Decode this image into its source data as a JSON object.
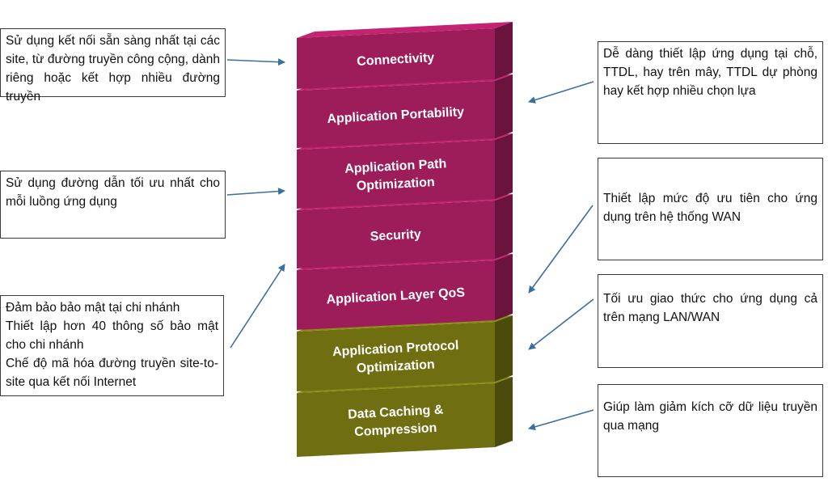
{
  "stack": {
    "layers": [
      {
        "id": "connectivity",
        "lines": [
          "Connectivity"
        ],
        "color": "#9c1d5a"
      },
      {
        "id": "application-portability",
        "lines": [
          "Application Portability"
        ],
        "color": "#9c1d5a"
      },
      {
        "id": "application-path-optimization",
        "lines": [
          "Application Path",
          "Optimization"
        ],
        "color": "#9c1d5a"
      },
      {
        "id": "security",
        "lines": [
          "Security"
        ],
        "color": "#9c1d5a"
      },
      {
        "id": "application-layer-qos",
        "lines": [
          "Application Layer QoS"
        ],
        "color": "#9c1d5a"
      },
      {
        "id": "application-protocol-optimization",
        "lines": [
          "Application Protocol",
          "Optimization"
        ],
        "color": "#6f6f12"
      },
      {
        "id": "data-caching-compression",
        "lines": [
          "Data Caching &",
          "Compression"
        ],
        "color": "#6f6f12"
      }
    ]
  },
  "notes": {
    "left": [
      {
        "id": "connectivity-note",
        "text": "Sử dụng kết nối sẵn sàng nhất tại các site, từ đường truyền công cộng, dành riêng hoặc kết hợp nhiều đường truyền"
      },
      {
        "id": "path-note",
        "text": "Sử dụng đường dẫn tối ưu nhất cho mỗi luồng ứng dụng"
      },
      {
        "id": "security-note",
        "lines": [
          "Đảm bảo bảo mật tại chi nhánh",
          "Thiết lập hơn 40 thông số bảo mật cho chi nhánh",
          "Chế độ mã hóa đường truyền site-to-site qua kết nối Internet"
        ]
      }
    ],
    "right": [
      {
        "id": "portability-note",
        "text": "Dễ dàng thiết lập ứng dụng tại chỗ, TTDL, hay trên mây, TTDL dự phòng hay kết hợp nhiều chọn lựa"
      },
      {
        "id": "qos-note",
        "text": "Thiết lập mức độ ưu tiên cho ứng dụng trên hệ thống WAN"
      },
      {
        "id": "protocol-note",
        "text": "Tối ưu giao thức cho ứng dụng cả trên mạng LAN/WAN"
      },
      {
        "id": "caching-note",
        "text": "Giúp làm giảm kích cỡ dữ liệu truyền qua mạng"
      }
    ]
  },
  "colors": {
    "magenta": "#9c1d5a",
    "olive": "#6f6f12",
    "arrow": "#3c6e9e",
    "border": "#3a3a3a"
  }
}
